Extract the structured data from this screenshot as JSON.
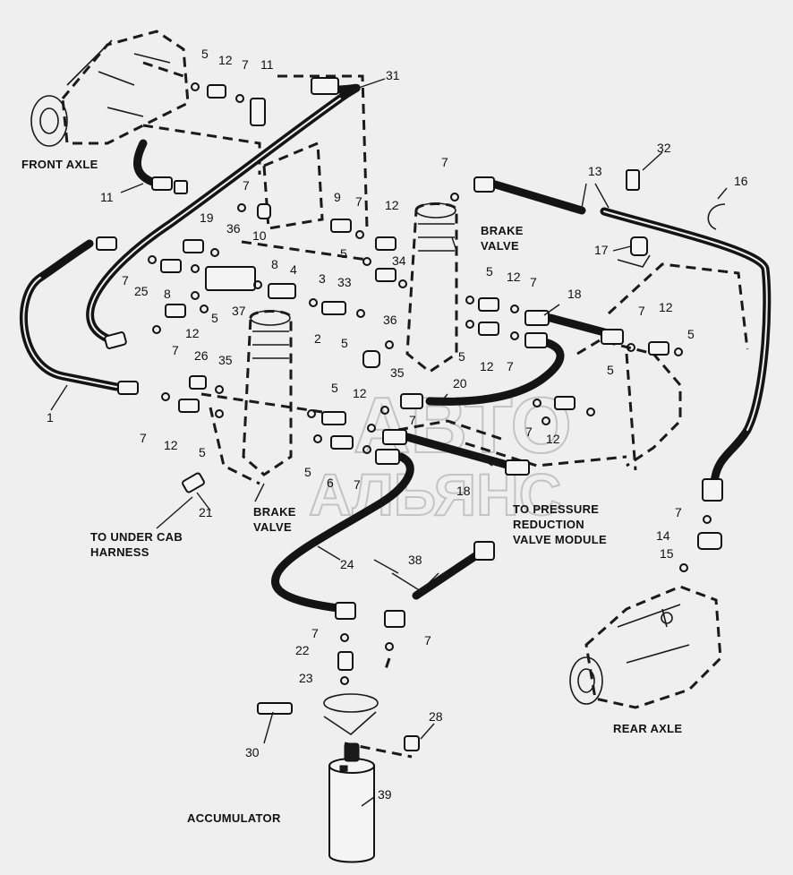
{
  "watermark": {
    "line1": "АВТО",
    "line2": "АЛЬЯНС"
  },
  "labels": {
    "front_axle": "FRONT AXLE",
    "rear_axle": "REAR AXLE",
    "brake_valve_top": [
      "BRAKE",
      "VALVE"
    ],
    "brake_valve_left": [
      "BRAKE",
      "VALVE"
    ],
    "under_cab": [
      "TO UNDER CAB",
      "HARNESS"
    ],
    "pressure_module": [
      "TO PRESSURE",
      "REDUCTION",
      "VALVE MODULE"
    ],
    "accumulator": "ACCUMULATOR"
  },
  "callouts": {
    "n5a": "5",
    "n12a": "12",
    "n7a": "7",
    "n11a": "11",
    "n31": "31",
    "n11b": "11",
    "n7b": "7",
    "n32": "32",
    "n13": "13",
    "n16": "16",
    "n7c": "7",
    "n9": "9",
    "n7d": "7",
    "n12b": "12",
    "n19": "19",
    "n36a": "36",
    "n10": "10",
    "n7e": "7",
    "n25": "25",
    "n8a": "8",
    "n8b": "8",
    "n4": "4",
    "n37": "37",
    "n5b": "5",
    "n34": "34",
    "n17": "17",
    "n33": "33",
    "n5c": "5",
    "n12c": "12",
    "n7f": "7",
    "n18a": "18",
    "n3": "3",
    "n5d": "5",
    "n12d": "12",
    "n7g": "7",
    "n2": "2",
    "n5e": "5",
    "n36b": "36",
    "n12e": "12",
    "n7h": "7",
    "n12f": "12",
    "n5f": "5",
    "n7i": "7",
    "n26": "26",
    "n35a": "35",
    "n35b": "35",
    "n5g": "5",
    "n12g": "12",
    "n20": "20",
    "n7j": "7",
    "n5h": "5",
    "n1": "1",
    "n7k": "7",
    "n12h": "12",
    "n5i": "5",
    "n7l": "7",
    "n12i": "12",
    "n7m": "7",
    "n5j": "5",
    "n6": "6",
    "n7n": "7",
    "n18b": "18",
    "n21": "21",
    "n7o": "7",
    "n14": "14",
    "n15": "15",
    "n24": "24",
    "n38": "38",
    "n7p": "7",
    "n7q": "7",
    "n22": "22",
    "n23": "23",
    "n28": "28",
    "n30": "30",
    "n39": "39"
  }
}
